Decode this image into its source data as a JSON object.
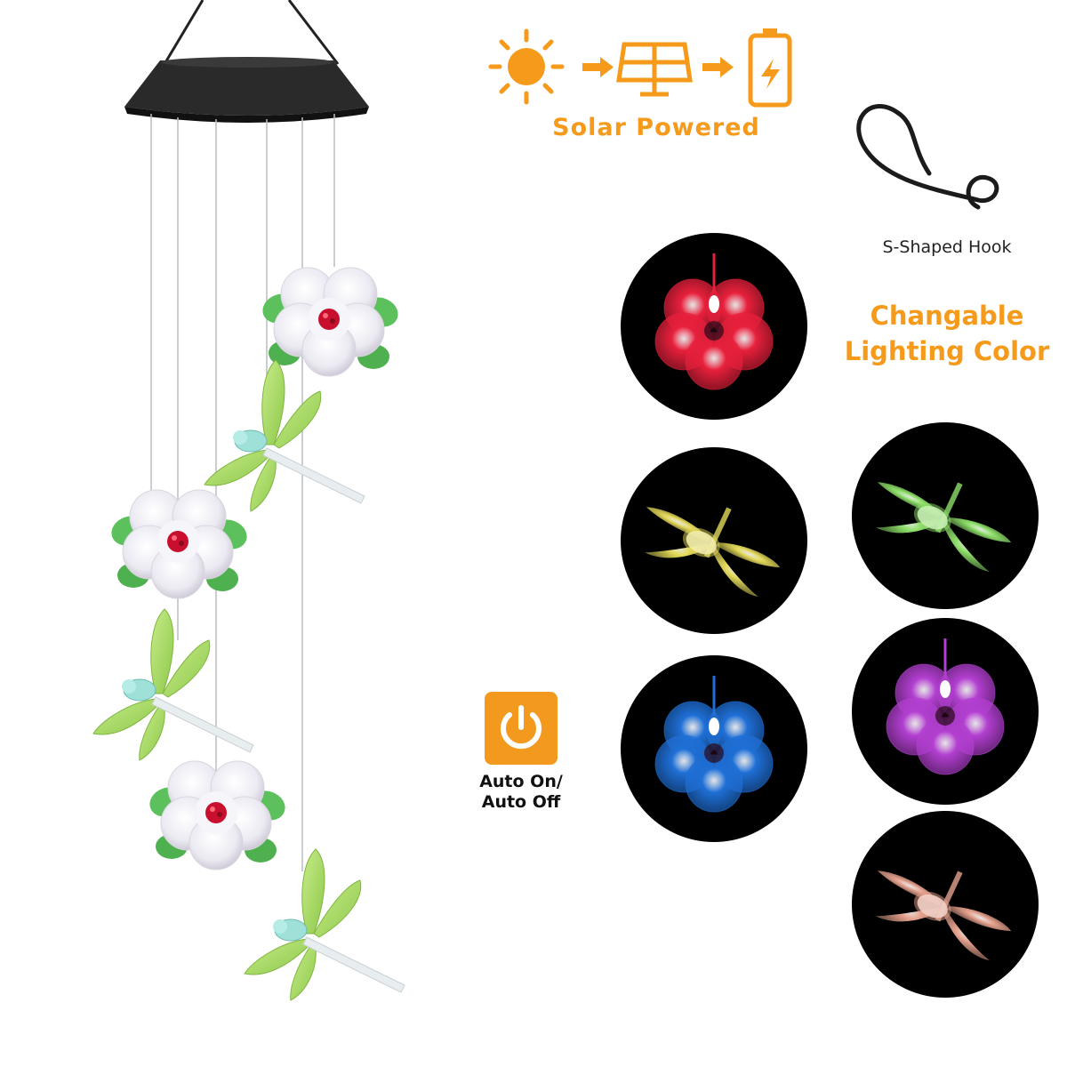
{
  "features": {
    "solar": {
      "label": "Solar  Powered",
      "icons": [
        "sun-icon",
        "arrow-right-icon",
        "solar-panel-icon",
        "arrow-right-icon",
        "battery-charging-icon"
      ]
    },
    "hook": {
      "label": "S-Shaped Hook",
      "icon": "s-hook-icon"
    },
    "lighting": {
      "line1": "Changable",
      "line2": "Lighting Color"
    },
    "auto": {
      "line1": "Auto On/",
      "line2": "Auto Off",
      "icon": "power-icon"
    }
  },
  "light_variants": [
    {
      "shape": "flower",
      "color": "#e8203c"
    },
    {
      "shape": "dragonfly",
      "color": "#e4d95a"
    },
    {
      "shape": "dragonfly",
      "color": "#8fe06a"
    },
    {
      "shape": "flower",
      "color": "#1f6fd6"
    },
    {
      "shape": "flower",
      "color": "#b23fd0"
    },
    {
      "shape": "dragonfly",
      "color": "#e6a28e"
    }
  ],
  "colors": {
    "accent": "#f59a1a",
    "background": "#ffffff",
    "circle_bg": "#000000"
  }
}
